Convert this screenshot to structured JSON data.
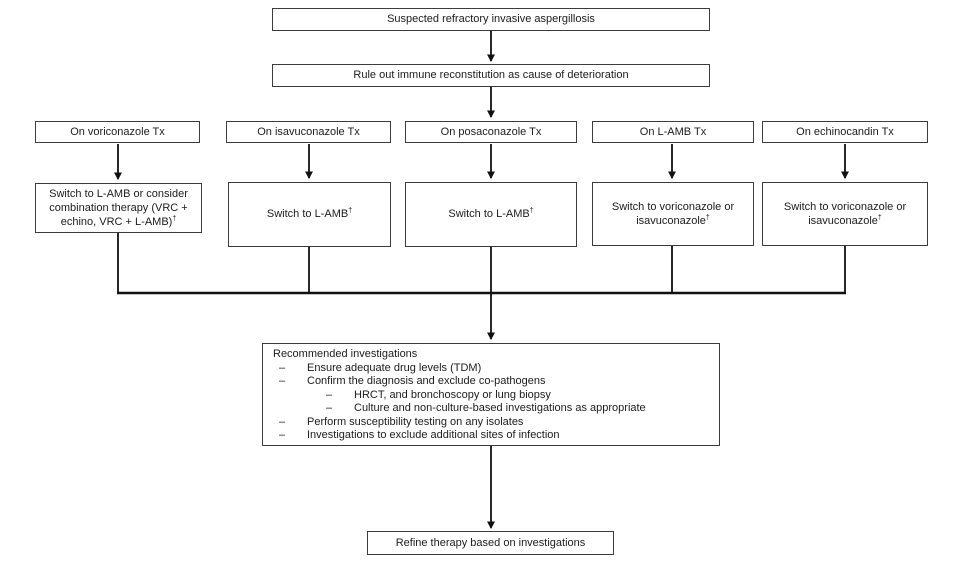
{
  "flowchart": {
    "nodes": {
      "suspected": "Suspected refractory invasive aspergillosis",
      "rule_out": "Rule out immune reconstitution as cause of deterioration",
      "refine": "Refine therapy based on investigations"
    },
    "branches": [
      {
        "header": "On voriconazole Tx",
        "action": "Switch to L-AMB or consider combination therapy (VRC + echino, VRC + L-AMB)",
        "sup": "†"
      },
      {
        "header": "On isavuconazole Tx",
        "action": "Switch to L-AMB",
        "sup": "†"
      },
      {
        "header": "On posaconazole Tx",
        "action": "Switch to L-AMB",
        "sup": "†"
      },
      {
        "header": "On L-AMB Tx",
        "action": "Switch to voriconazole or isavuconazole",
        "sup": "†"
      },
      {
        "header": "On echinocandin Tx",
        "action": "Switch to voriconazole or isavuconazole",
        "sup": "†"
      }
    ],
    "investigations": {
      "title": "Recommended investigations",
      "marker": "–",
      "items": [
        {
          "level": 1,
          "text": "Ensure adequate drug levels (TDM)"
        },
        {
          "level": 1,
          "text": "Confirm the diagnosis and exclude co-pathogens"
        },
        {
          "level": 2,
          "text": "HRCT, and bronchoscopy or lung biopsy"
        },
        {
          "level": 2,
          "text": "Culture and non-culture-based investigations as appropriate"
        },
        {
          "level": 1,
          "text": "Perform susceptibility testing on any isolates"
        },
        {
          "level": 1,
          "text": "Investigations to exclude additional sites of infection"
        }
      ]
    },
    "colors": {
      "box_border": "#3c3c3c",
      "connector_line": "#111111",
      "text": "#1c1c1c",
      "background": "#ffffff"
    }
  }
}
